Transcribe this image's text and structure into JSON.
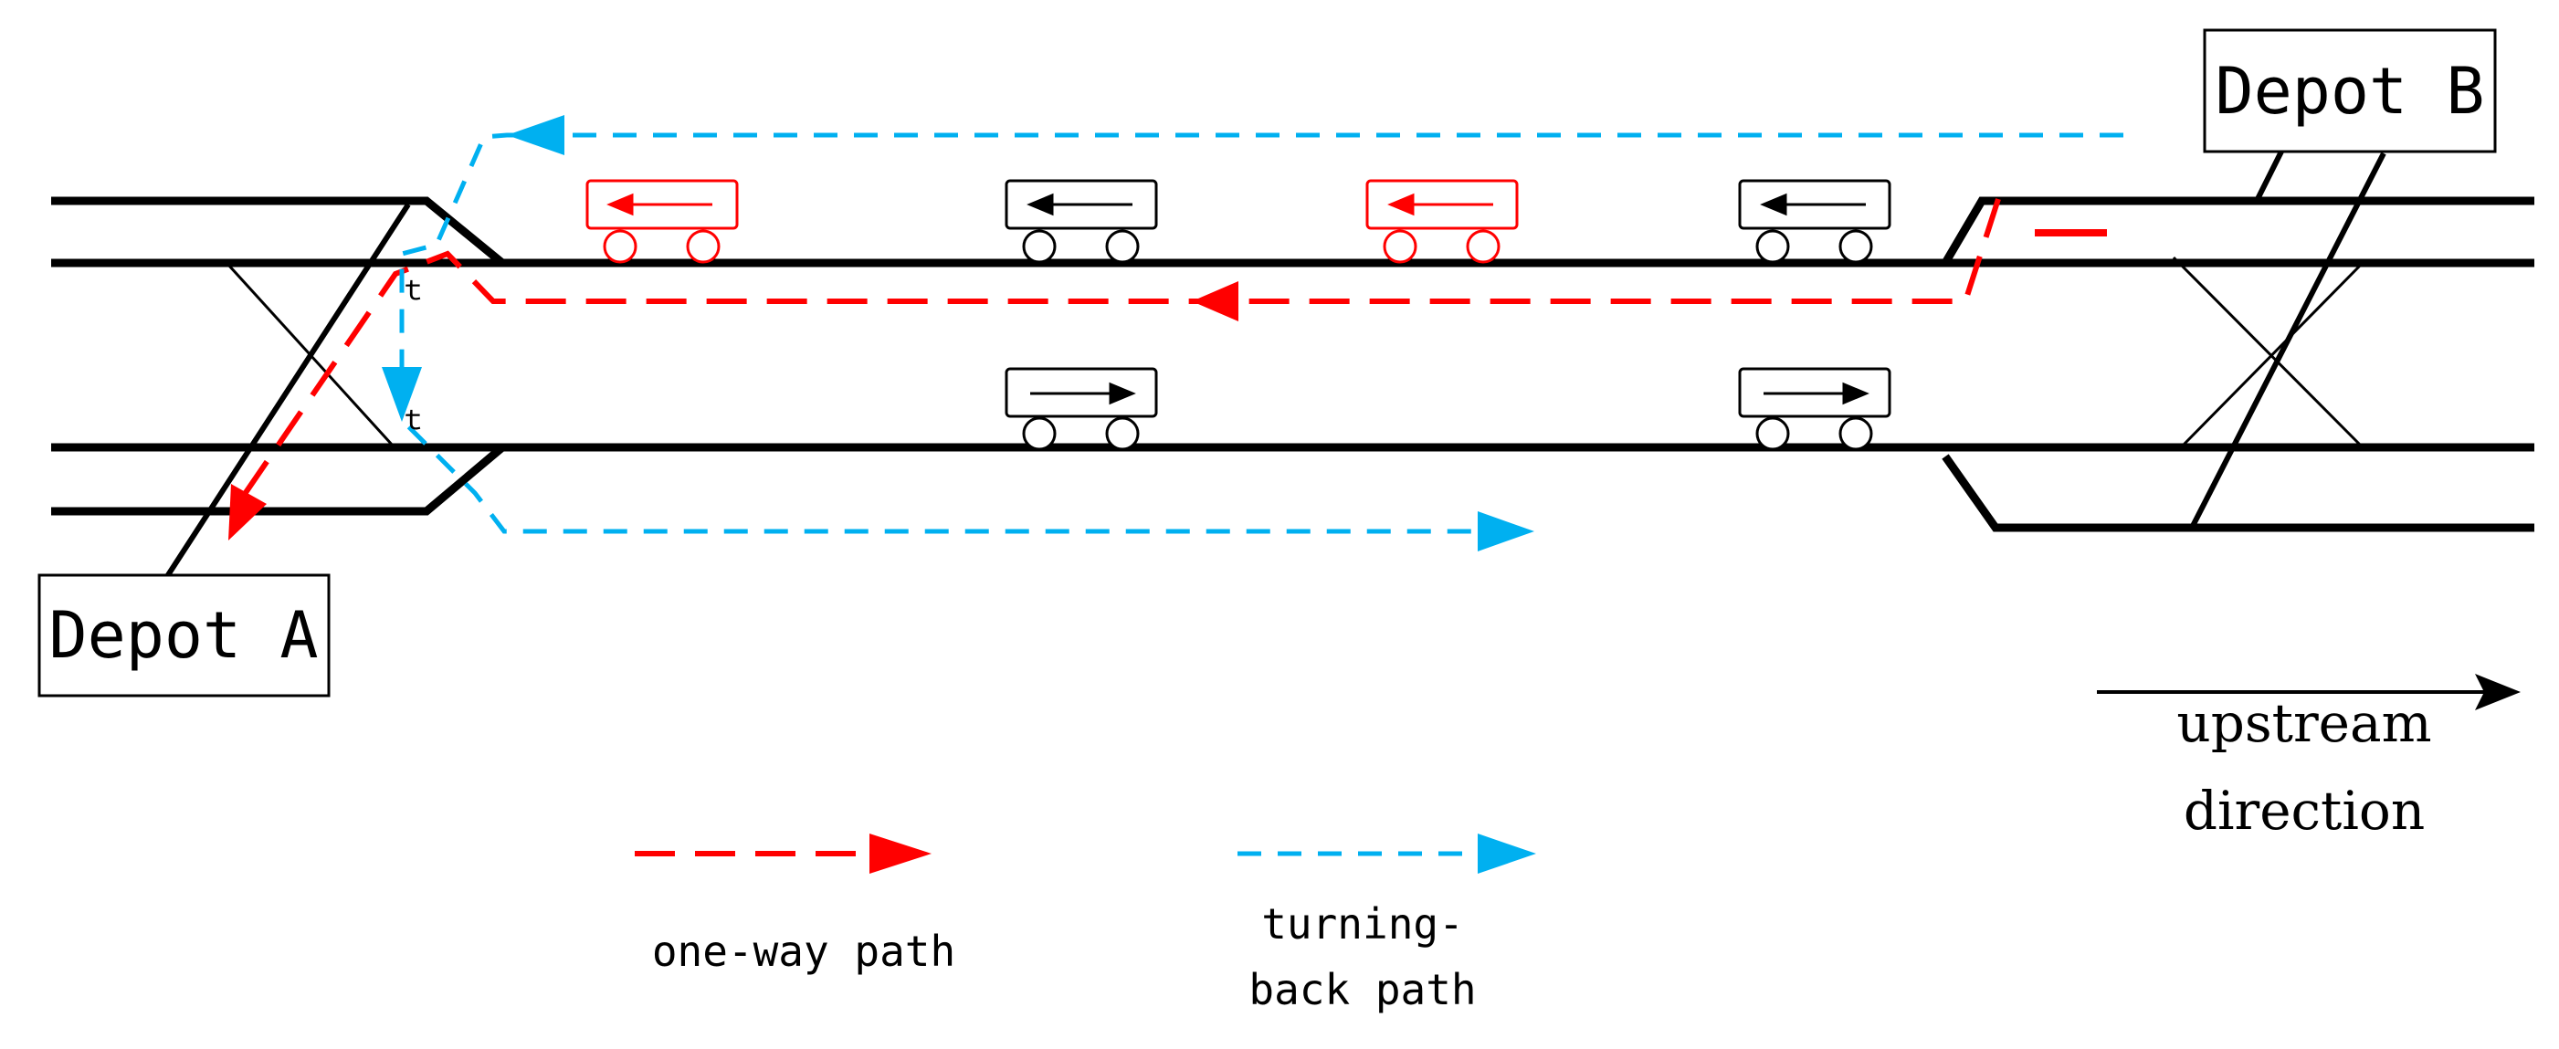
{
  "depots": {
    "a": "Depot A",
    "b": "Depot B"
  },
  "direction": {
    "line1": "upstream",
    "line2": "direction"
  },
  "legend": {
    "one_way": "one-way path",
    "turning_back_line1": "turning-",
    "turning_back_line2": "back path"
  },
  "colors": {
    "track": "#000000",
    "one_way_path": "#ff0000",
    "turning_back_path": "#00b0f0",
    "highlight_train": "#ff0000"
  },
  "trains": {
    "upper_line": [
      "highlighted",
      "normal",
      "highlighted",
      "normal"
    ],
    "lower_line": [
      "normal",
      "normal"
    ]
  }
}
